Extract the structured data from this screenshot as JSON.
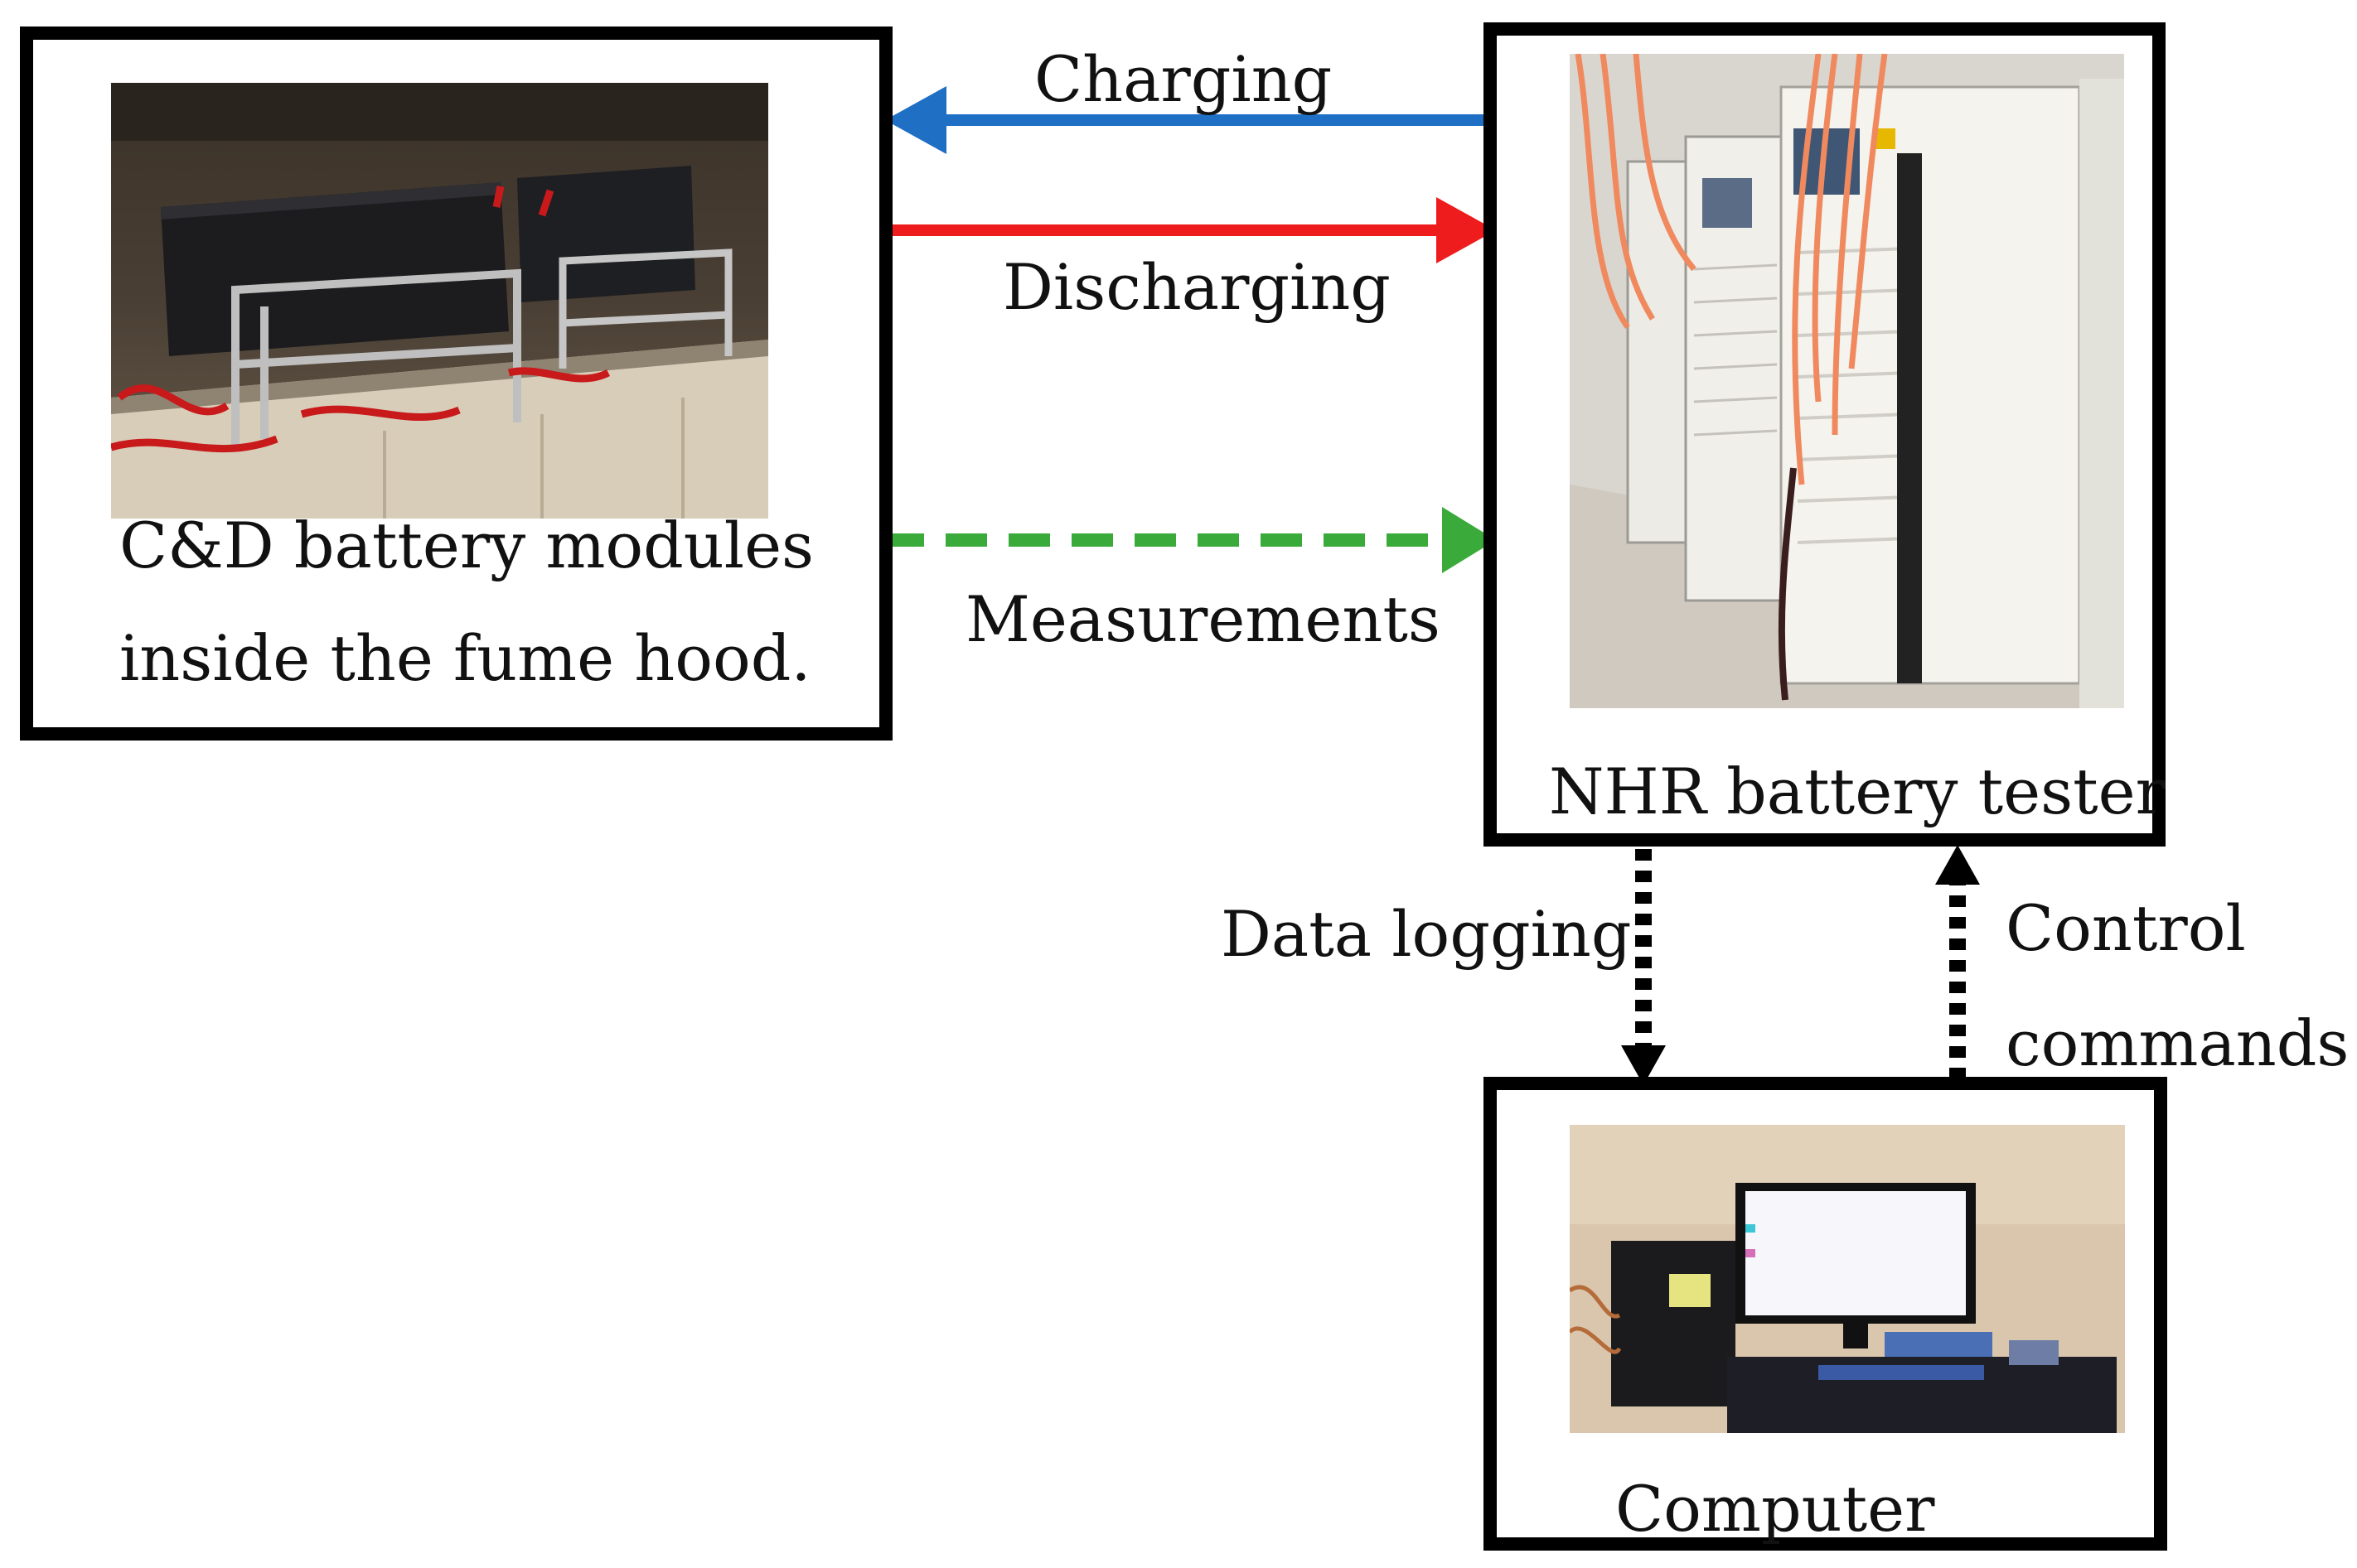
{
  "nodes": {
    "battery_modules": {
      "caption_line1": "C&D battery modules",
      "caption_line2": "inside the fume hood."
    },
    "battery_tester": {
      "caption": "NHR battery tester"
    },
    "computer": {
      "caption": "Computer"
    }
  },
  "edges": {
    "charging": {
      "label": "Charging",
      "color": "#1f6fc4",
      "style": "solid"
    },
    "discharging": {
      "label": "Discharging",
      "color": "#ee1c1c",
      "style": "solid"
    },
    "measurements": {
      "label": "Measurements",
      "color": "#3aab3a",
      "style": "dashed"
    },
    "data_logging": {
      "label": "Data logging",
      "color": "#000000",
      "style": "dotted"
    },
    "control_commands": {
      "label_line1": "Control",
      "label_line2": "commands",
      "color": "#000000",
      "style": "dotted"
    }
  }
}
